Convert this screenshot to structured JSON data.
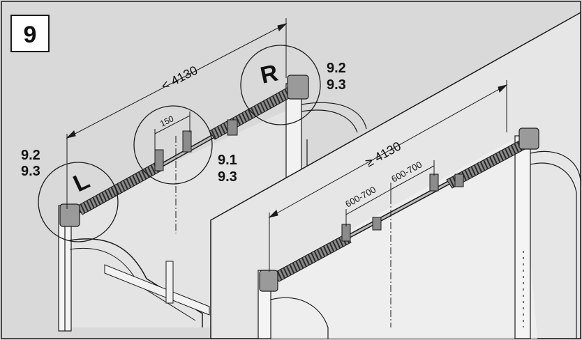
{
  "step_number": "9",
  "left_view": {
    "dim_total": "< 4130",
    "dim_offset": "150",
    "marker_left": "L",
    "marker_right": "R",
    "ref_left_top": "9.2",
    "ref_left_bottom": "9.3",
    "ref_right_top": "9.2",
    "ref_right_bottom": "9.3",
    "ref_mid_top": "9.1",
    "ref_mid_bottom": "9.3"
  },
  "right_view": {
    "dim_total": "≥ 4130",
    "dim_left_span": "600-700",
    "dim_right_span": "600-700"
  },
  "colors": {
    "background": "#d9d9d9",
    "panel": "#ececec",
    "line": "#1a1a1a",
    "spring": "#6e6e6e",
    "box_fill": "#ffffff"
  }
}
